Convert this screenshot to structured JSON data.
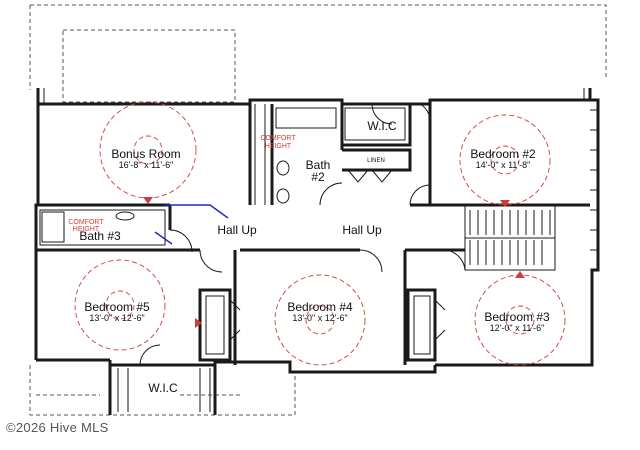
{
  "rooms": {
    "bonus": {
      "name": "Bonus Room",
      "dims": "16'-8\" x 11'-6\""
    },
    "bed2": {
      "name": "Bedroom #2",
      "dims": "14'-0\" x 11'-8\""
    },
    "bed3": {
      "name": "Bedroom #3",
      "dims": "12'-0\" x 11'-6\""
    },
    "bed4": {
      "name": "Bedroom #4",
      "dims": "13'-0\" x 12'-6\""
    },
    "bed5": {
      "name": "Bedroom #5",
      "dims": "13'-0\" x 12'-6\""
    },
    "bath2": {
      "name_line1": "Bath",
      "name_line2": "#2"
    },
    "bath3": {
      "name": "Bath #3"
    },
    "wic_top": {
      "name": "W.I.C"
    },
    "wic_bottom": {
      "name": "W.I.C"
    },
    "hall_left": {
      "name": "Hall Up"
    },
    "hall_right": {
      "name": "Hall Up"
    },
    "linen": {
      "name": "LINEN"
    }
  },
  "notes": {
    "comfort_height_1": {
      "line1": "COMFORT",
      "line2": "HEIGHT"
    },
    "comfort_height_2": {
      "line1": "COMFORT",
      "line2": "HEIGHT"
    }
  },
  "watermark": "©2026 Hive MLS",
  "colors": {
    "wall": "#1a1a1a",
    "fan_marks": "#d43a3a",
    "plumbing": "#1c2bbd",
    "background": "#ffffff"
  }
}
